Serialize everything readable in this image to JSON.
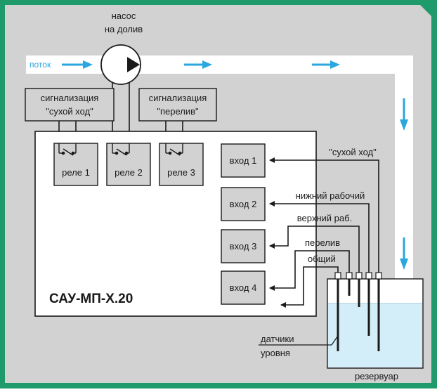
{
  "colors": {
    "frame": "#1f9a6a",
    "background": "#d2d2d2",
    "pipe": "#ffffff",
    "flow_arrow": "#2aa6e0",
    "water": "#d3eef9"
  },
  "pump": {
    "label_line1": "насос",
    "label_line2": "на долив"
  },
  "flow": {
    "label": "поток"
  },
  "alarms": [
    {
      "line1": "сигнализация",
      "line2": "\"сухой ход\""
    },
    {
      "line1": "сигнализация",
      "line2": "\"перелив\""
    }
  ],
  "controller": {
    "model": "САУ-МП-Х.20",
    "relays": [
      "реле 1",
      "реле 2",
      "реле 3"
    ],
    "inputs": [
      "вход 1",
      "вход 2",
      "вход 3",
      "вход 4"
    ]
  },
  "sensors": {
    "wires": [
      "\"сухой ход\"",
      "нижний рабочий",
      "верхний раб.",
      "перелив",
      "общий"
    ],
    "label_line1": "датчики",
    "label_line2": "уровня"
  },
  "tank": {
    "label": "резервуар"
  }
}
